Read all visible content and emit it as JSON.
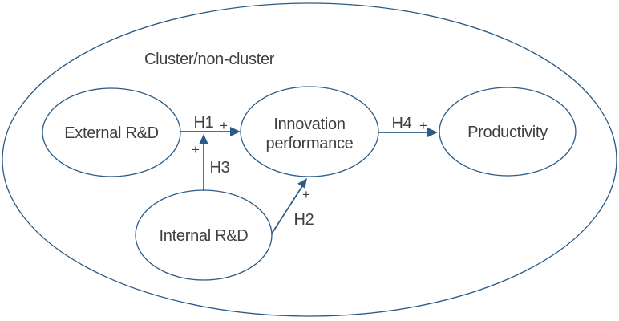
{
  "diagram": {
    "cluster_label": "Cluster/non-cluster",
    "nodes": {
      "external_rd": {
        "label": "External R&D"
      },
      "internal_rd": {
        "label": "Internal R&D"
      },
      "innovation": {
        "label_line1": "Innovation",
        "label_line2": "performance"
      },
      "productivity": {
        "label": "Productivity"
      }
    },
    "edges": {
      "h1": {
        "label": "H1",
        "sign": "+"
      },
      "h2": {
        "label": "H2",
        "sign": "+"
      },
      "h3": {
        "label": "H3",
        "sign": "+"
      },
      "h4": {
        "label": "H4",
        "sign": "+"
      }
    },
    "colors": {
      "stroke": "#2b5b86",
      "text": "#3f3f3f"
    }
  }
}
